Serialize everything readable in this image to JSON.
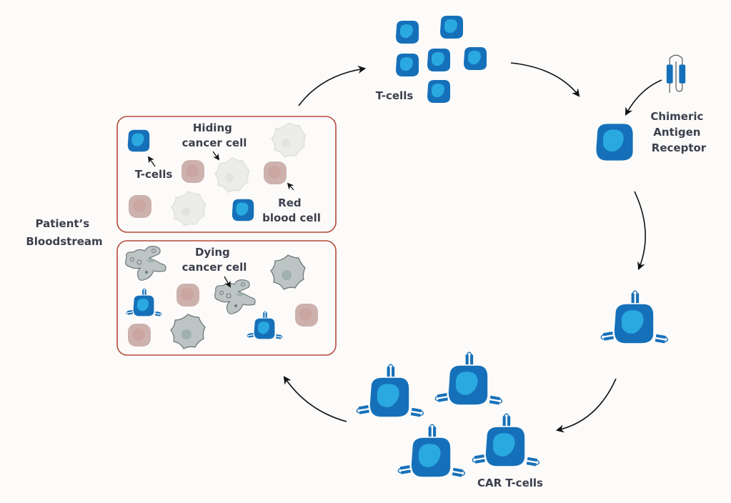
{
  "labels": {
    "patients_bloodstream": [
      "Patient’s",
      "Bloodstream"
    ],
    "tcells_top": "T-cells",
    "car": [
      "Chimeric",
      "Antigen",
      "Receptor"
    ],
    "car_tcells": "CAR T-cells",
    "box_tcells": "T-cells",
    "hiding_cancer": [
      "Hiding",
      "cancer cell"
    ],
    "red_blood_cell": [
      "Red",
      "blood cell"
    ],
    "dying_cancer": [
      "Dying",
      "cancer cell"
    ]
  },
  "colors": {
    "tcell_outer": "#1670b9",
    "tcell_inner": "#2aa9e1",
    "red_blood_cell": "#cdb1ad",
    "hiding_cancer": "#ececeb",
    "dying_cancer": "#bcc4c4",
    "box_border": "#b54a3b",
    "text": "#3c3f4c"
  }
}
